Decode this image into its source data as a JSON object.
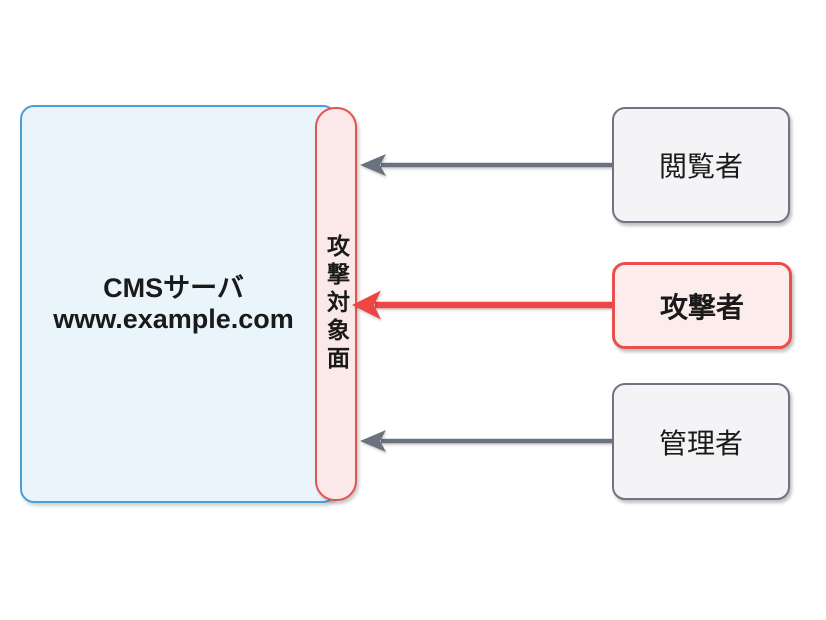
{
  "diagram": {
    "server": {
      "title": "CMSサーバ",
      "url": "www.example.com"
    },
    "attack_surface": {
      "label": "攻撃対象面"
    },
    "actors": [
      {
        "label": "閲覧者",
        "role": "viewer"
      },
      {
        "label": "攻撃者",
        "role": "attacker"
      },
      {
        "label": "管理者",
        "role": "admin"
      }
    ],
    "colors": {
      "server_fill": "#eaf4fb",
      "server_border": "#4aa0d6",
      "surface_fill": "#fbe9e9",
      "surface_border": "#e25453",
      "actor_fill": "#f4f4f6",
      "actor_border": "#6f7580",
      "attacker_fill": "#fcedec",
      "attacker_border": "#e94f4d",
      "arrow_gray": "#6a7280",
      "arrow_red": "#ee4545",
      "text": "#1a1a1a",
      "background": "#ffffff"
    }
  }
}
